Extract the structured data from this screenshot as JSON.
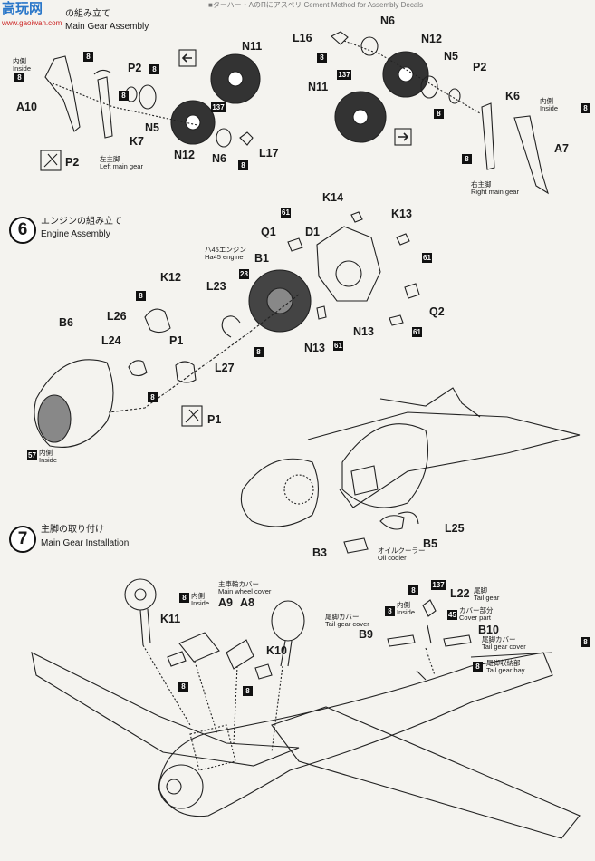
{
  "watermark": {
    "text": "高玩网",
    "url": "www.gaoiwan.com"
  },
  "header_partial": "■ターハー・ΛのΠにアスペリ  Cement Method for Assembly Decals",
  "section_mg": {
    "title_jp": "の組み立て",
    "title_en": "Main Gear Assembly"
  },
  "section6": {
    "number": "6",
    "title_jp": "エンジンの組み立て",
    "title_en": "Engine Assembly"
  },
  "section7": {
    "number": "7",
    "title_jp": "主脚の取り付け",
    "title_en": "Main Gear Installation"
  },
  "labels": {
    "A10": "A10",
    "P2a": "P2",
    "N5a": "N5",
    "N11a": "N11",
    "N12a": "N12",
    "N6a": "N6",
    "L17": "L17",
    "K7": "K7",
    "P2cut": "P2",
    "L16": "L16",
    "N12b": "N12",
    "N6b": "N6",
    "N5b": "N5",
    "P2b": "P2",
    "N11b": "N11",
    "K6": "K6",
    "A7": "A7",
    "K14": "K14",
    "Q1": "Q1",
    "D1": "D1",
    "K13": "K13",
    "B1": "B1",
    "K12": "K12",
    "L23": "L23",
    "L26": "L26",
    "B6": "B6",
    "L24": "L24",
    "P1": "P1",
    "L27": "L27",
    "N13a": "N13",
    "N13b": "N13",
    "Q2": "Q2",
    "P1cut": "P1",
    "L25": "L25",
    "B3": "B3",
    "B5": "B5",
    "A9": "A9",
    "A8": "A8",
    "K11": "K11",
    "K10": "K10",
    "L22": "L22",
    "B9": "B9",
    "B10": "B10"
  },
  "notes": {
    "inside_jp": "内側",
    "inside_en": "Inside",
    "left_gear_jp": "左主脚",
    "left_gear_en": "Left main gear",
    "right_gear_jp": "右主脚",
    "right_gear_en": "Right main gear",
    "engine_jp": "ハ45エンジン",
    "engine_en": "Ha45 engine",
    "oil_jp": "オイルクーラー",
    "oil_en": "Oil cooler",
    "wheel_cover_jp": "主車輪カバー",
    "wheel_cover_en": "Main wheel cover",
    "tail_gear_jp": "尾脚",
    "tail_gear_en": "Tail gear",
    "cover_part_jp": "カバー部分",
    "cover_part_en": "Cover part",
    "tail_cover_jp": "尾脚カバー",
    "tail_cover_en": "Tail gear cover",
    "tail_bay_jp": "尾脚収納部",
    "tail_bay_en": "Tail gear bay"
  },
  "codes": {
    "c8": "8",
    "c137": "137",
    "c61": "61",
    "c28": "28",
    "c57": "57",
    "c45": "45"
  }
}
